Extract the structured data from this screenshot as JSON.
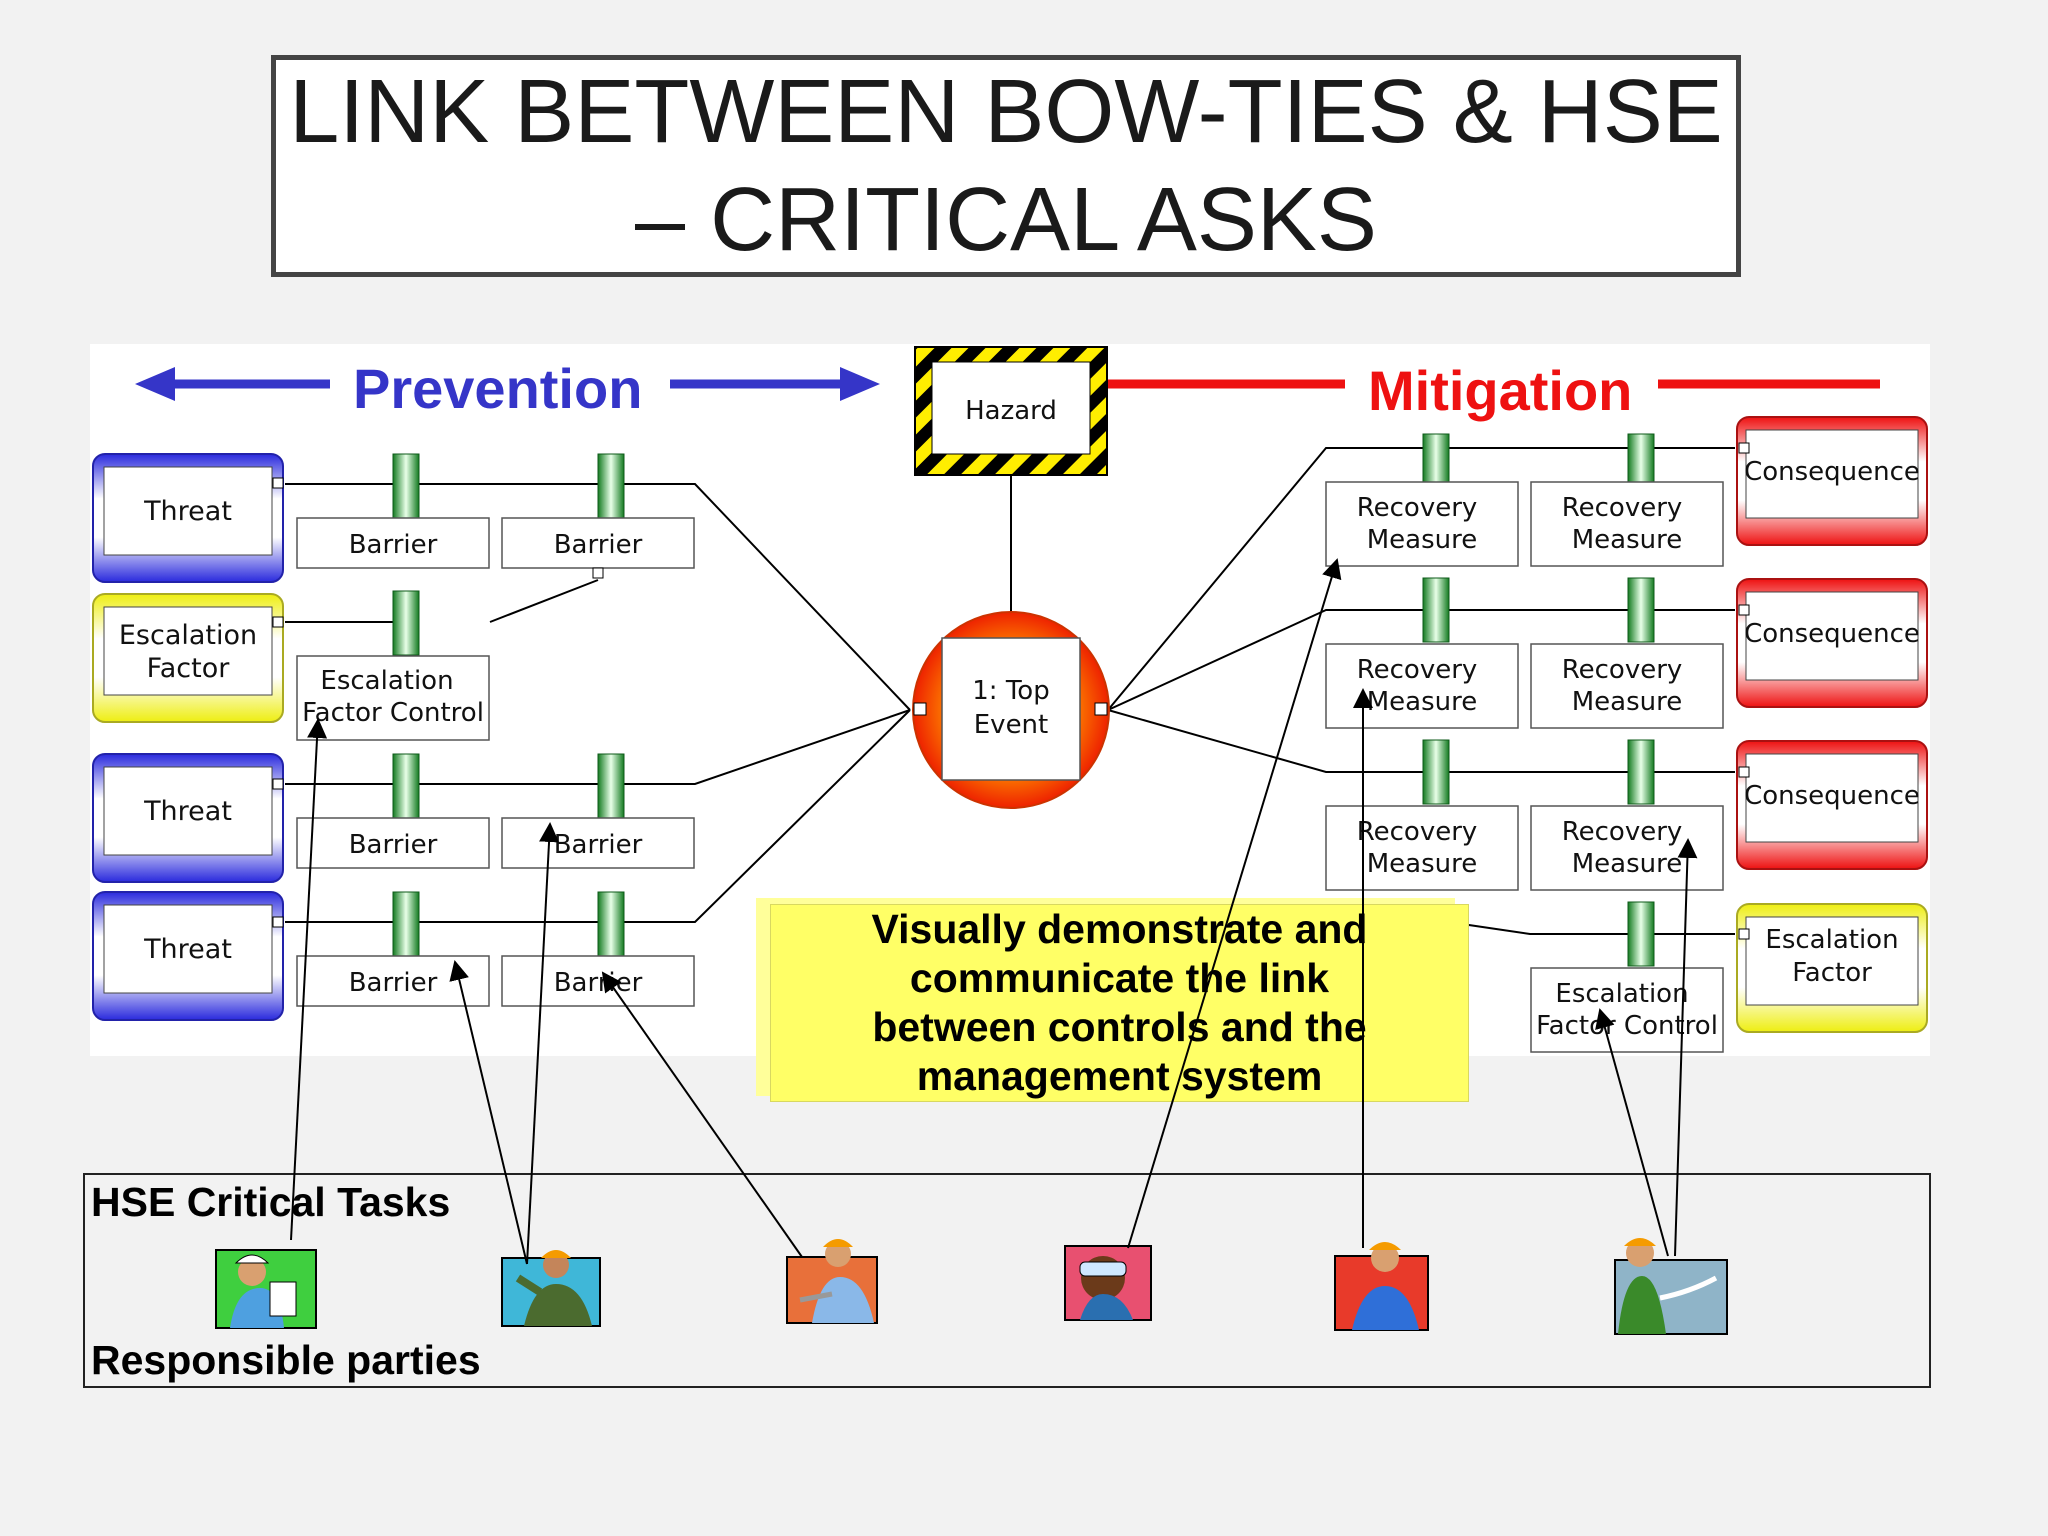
{
  "title": {
    "line1": "LINK BETWEEN BOW-TIES & HSE",
    "line2": "– CRITICAL ASKS"
  },
  "headings": {
    "prevention": "Prevention",
    "mitigation": "Mitigation",
    "prevention_color": "#3535c8",
    "mitigation_color": "#ee1111"
  },
  "hazard": "Hazard",
  "top_event": {
    "line1": "1: Top",
    "line2": "Event"
  },
  "left": {
    "threats": [
      "Threat",
      "Threat",
      "Threat"
    ],
    "escalation_factor": [
      "Escalation",
      "Factor"
    ],
    "barrier": "Barrier",
    "escalation_factor_control": [
      "Escalation",
      "Factor Control"
    ]
  },
  "right": {
    "consequences": [
      "Consequence",
      "Consequence",
      "Consequence"
    ],
    "recovery_measure": [
      "Recovery",
      "Measure"
    ],
    "escalation_factor": [
      "Escalation",
      "Factor"
    ],
    "escalation_factor_control": [
      "Escalation",
      "Factor Control"
    ]
  },
  "callout": {
    "line1": "Visually demonstrate and",
    "line2": "communicate the link",
    "line3": "between controls and the",
    "line4": "management system"
  },
  "tasks": {
    "label": "HSE Critical Tasks",
    "responsible_label": "Responsible parties",
    "workers": [
      "worker-clipboard-icon",
      "worker-pointing-icon",
      "worker-wrench-icon",
      "worker-goggles-icon",
      "worker-phone-icon",
      "worker-hose-icon"
    ]
  },
  "colors": {
    "threat": "#2222dd",
    "escalation": "#eeee22",
    "consequence": "#ee1111",
    "barrier": "#1a8a2a",
    "callout": "#ffff66"
  }
}
